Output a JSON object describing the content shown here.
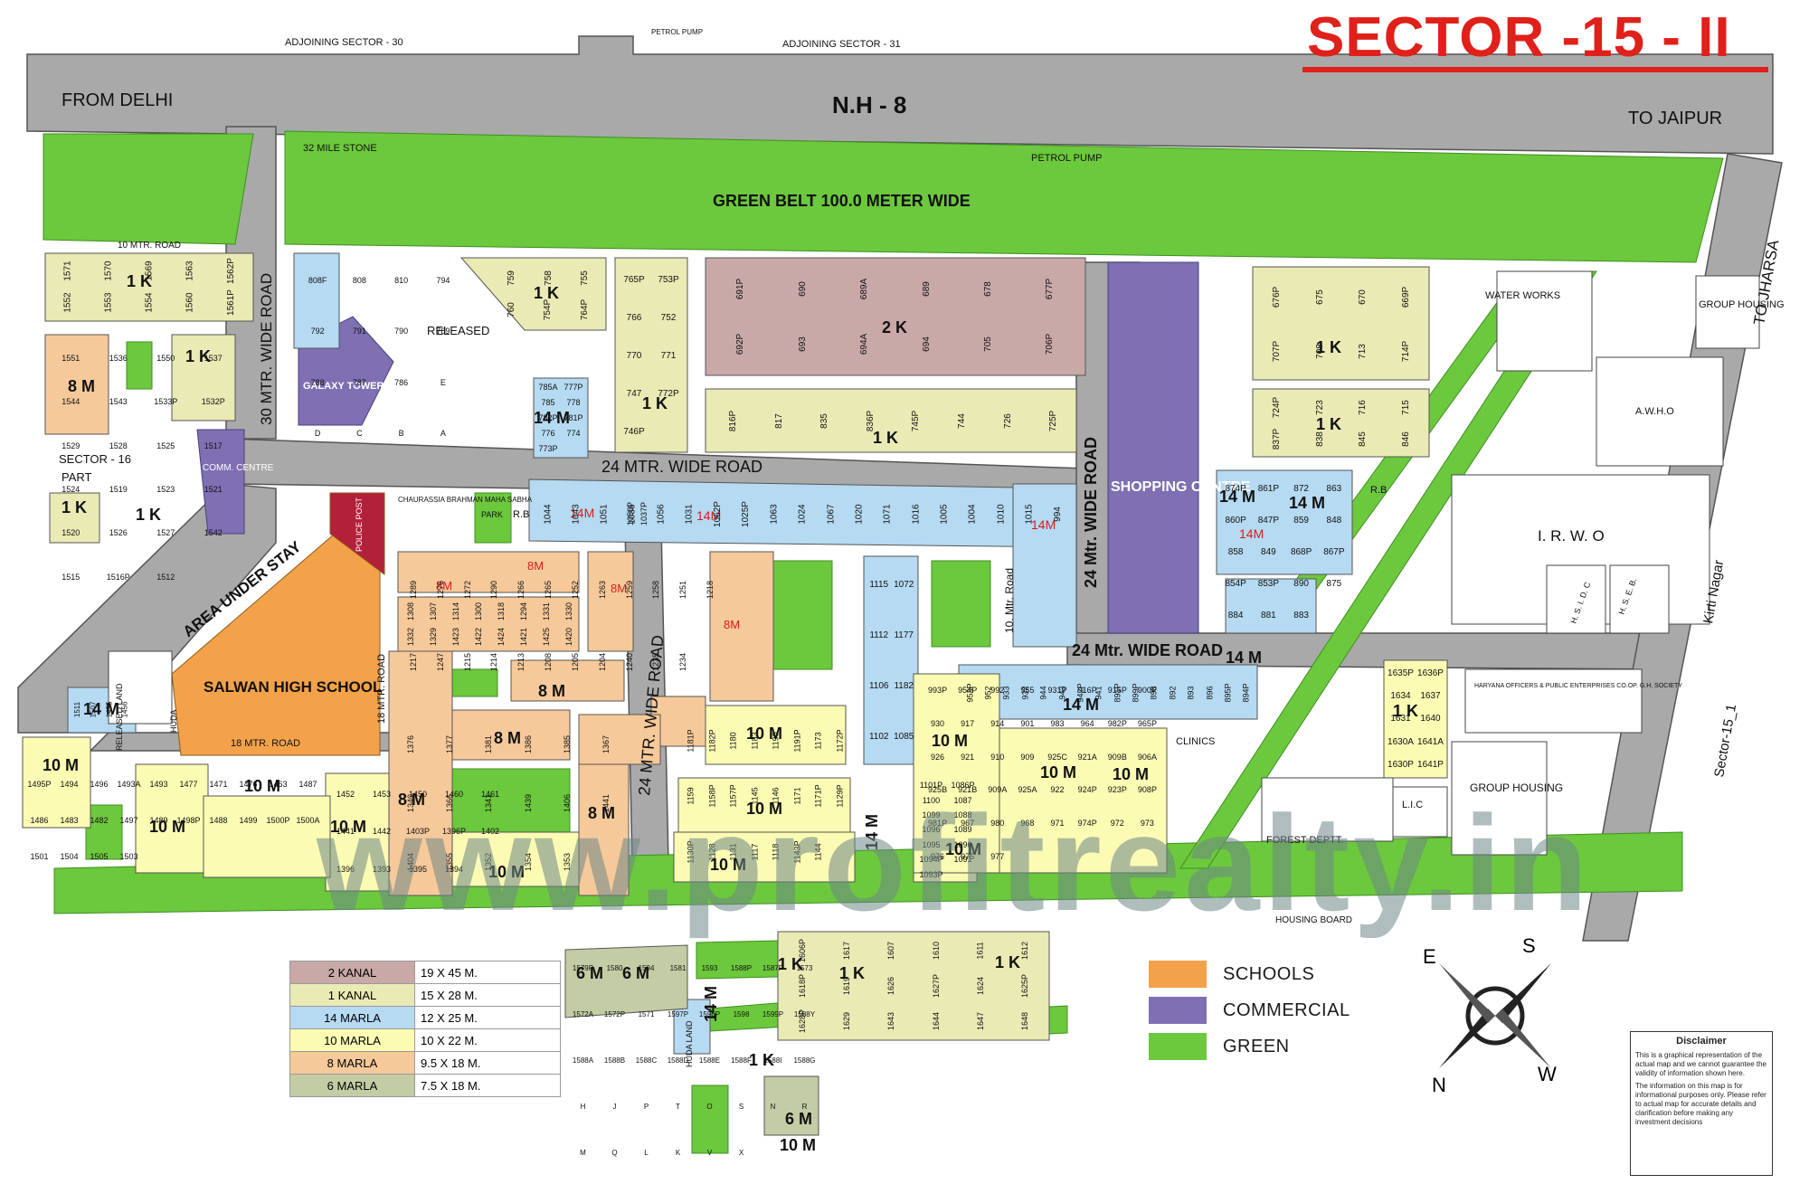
{
  "title": "SECTOR -15 - II",
  "colors": {
    "kanal2": "#c9a8a8",
    "kanal1": "#e9eab4",
    "marla14": "#b5daf2",
    "marla10": "#fbfbb4",
    "marla8": "#f6c99a",
    "marla6": "#c3cca4",
    "schools": "#f4a24a",
    "commercial": "#7f6fb3",
    "green": "#6cc83d",
    "road": "#a9a9a9"
  },
  "roads": {
    "nh8": "N.H - 8",
    "from_delhi": "FROM DELHI",
    "to_jaipur": "TO JAIPUR",
    "adj30": "ADJOINING SECTOR - 30",
    "adj31": "ADJOINING SECTOR - 31",
    "petrol_top": "PETROL PUMP",
    "r30": "30 MTR. WIDE ROAD",
    "r24a": "24 MTR. WIDE ROAD",
    "r24b": "24 MTR. WIDE ROAD",
    "r24c": "24 Mtr. WIDE ROAD",
    "r24d": "24 Mtr. WIDE ROAD",
    "r18a": "18 MTR. ROAD",
    "r18b": "18 MTR. ROAD",
    "to_jharsa": "TO JHARSA",
    "kirti": "Kirti Nagar",
    "sector15_1": "Sector-15_1",
    "r10": "10 MTR. ROAD",
    "r10m": "10. Mtr. Road"
  },
  "landmarks": {
    "green_belt": "GREEN BELT 100.0 METER WIDE",
    "milestone": "32 MILE STONE",
    "petrol": "PETROL PUMP",
    "released": "RELEASED",
    "galaxy": "GALAXY TOWERS",
    "shopping": "SHOPPING CENTRE",
    "school": "SALWAN HIGH SCHOOL",
    "area_under_stay": "AREA UNDER STAY",
    "police": "POLICE POST",
    "comm_centre": "COMM. CENTRE",
    "sector16": "SECTOR - 16",
    "part": "PART",
    "chaurassia": "CHAURASSIA BRAHMAN MAHA SABHA",
    "park": "PARK",
    "rb": "R.B",
    "water_works": "WATER WORKS",
    "group_housing": "GROUP HOUSING",
    "awho": "A.W.H.O",
    "irwo": "I. R. W. O",
    "hsidc": "H. S. I. D. C",
    "hseb": "H. S. E. B.",
    "haryana": "HARYANA OFFICERS & PUBLIC ENTERPRISES CO.OP. G.H. SOCIETY",
    "lic": "L.I.C",
    "clinics": "CLINICS",
    "forest": "FOREST DEPTT.",
    "housing_board": "HOUSING BOARD",
    "released_land": "RELEASED LAND",
    "huda": "HUDA",
    "huda_land": "HUDA LAND"
  },
  "block_labels": {
    "k2": "2 K",
    "k1": "1 K",
    "m14": "14 M",
    "m10": "10 M",
    "m8": "8 M",
    "m6": "6 M",
    "m14red": "14M",
    "m8red": "8M"
  },
  "plots": {
    "kanal2_top": [
      "691P",
      "690",
      "689A",
      "689",
      "678",
      "677P"
    ],
    "kanal2_bottom": [
      "692P",
      "693",
      "694A",
      "694",
      "705",
      "706P"
    ],
    "kanal1_row": [
      "816P",
      "817",
      "835",
      "836P",
      "745P",
      "744",
      "726",
      "725P"
    ],
    "kanal1_tl": [
      "1571",
      "1570",
      "1569",
      "1563",
      "1562P",
      "1552",
      "1553",
      "1554",
      "1560",
      "1561P"
    ],
    "kanal1_r1": [
      "676P",
      "675",
      "670",
      "669P",
      "707P",
      "708",
      "713",
      "714P"
    ],
    "kanal1_r2": [
      "724P",
      "723",
      "716",
      "715",
      "837P",
      "838",
      "845",
      "846"
    ],
    "kanal1_mid": [
      "765P",
      "753P",
      "766",
      "752",
      "770",
      "771",
      "747",
      "772P",
      "746P"
    ],
    "kanal1_759": [
      "759",
      "758",
      "755",
      "760",
      "754P",
      "764P"
    ],
    "m14_1": [
      "1044",
      "1043",
      "1051",
      "1036",
      "1056",
      "1031",
      "1062P",
      "1025P",
      "1063",
      "1024",
      "1067",
      "1020",
      "1071",
      "1016",
      "1005",
      "1004",
      "1010",
      "1015",
      "994"
    ],
    "m14_2": [
      "1050P",
      "1037P"
    ],
    "m14_3": [
      "874P",
      "861P",
      "872",
      "863",
      "860P",
      "847P",
      "859",
      "848",
      "858",
      "849",
      "868P",
      "867P",
      "854P",
      "853P",
      "890",
      "875",
      "884",
      "881",
      "883"
    ],
    "m14_4": [
      "1115",
      "1072",
      "1112",
      "1177",
      "1106",
      "1182",
      "1102",
      "1085"
    ],
    "m14_5": [
      "785A",
      "777P",
      "785",
      "778",
      "782P",
      "781P",
      "776",
      "774",
      "773P"
    ],
    "m14_6": [
      "953P",
      "952",
      "933",
      "932",
      "944",
      "943",
      "942P",
      "941",
      "891P",
      "899P",
      "898",
      "892",
      "893",
      "896",
      "895P",
      "894P"
    ],
    "m8_1": [
      "1289",
      "1276",
      "1272",
      "1290",
      "1266",
      "1265",
      "1252",
      "1263",
      "1259",
      "1258",
      "1251",
      "1218",
      "1217",
      "1247",
      "1215",
      "1214",
      "1213",
      "1208",
      "1205",
      "1204",
      "1240",
      "1235",
      "1234"
    ],
    "m8_2": [
      "1308",
      "1307",
      "1314",
      "1300",
      "1318",
      "1294",
      "1331",
      "1330",
      "1332",
      "1329",
      "1423",
      "1422",
      "1424",
      "1421",
      "1425",
      "1420"
    ],
    "m8_3": [
      "1376",
      "1377",
      "1381",
      "1386",
      "1385",
      "1367",
      "1340",
      "1366",
      "1341",
      "1439",
      "1406",
      "1441",
      "1404",
      "1355",
      "1352",
      "1354",
      "1353"
    ],
    "m10_1": [
      "1181P",
      "1182P",
      "1180",
      "1183",
      "1190",
      "1191P",
      "1173",
      "1172P",
      "1159",
      "1158P",
      "1157P",
      "1145",
      "1146",
      "1171",
      "1171P",
      "1129P",
      "1130P",
      "1128",
      "1131",
      "1117",
      "1118",
      "1143P",
      "1144"
    ],
    "m10_2": [
      "993P",
      "954P",
      "992",
      "955",
      "931P",
      "916P",
      "915P",
      "900P",
      "930",
      "917",
      "914",
      "901",
      "983",
      "964",
      "982P",
      "965P",
      "926",
      "921",
      "910",
      "909",
      "925C",
      "921A",
      "909B",
      "906A",
      "925B",
      "921B",
      "909A",
      "925A",
      "922",
      "924P",
      "923P",
      "908P",
      "981P",
      "967",
      "980",
      "968",
      "971",
      "974P",
      "972",
      "973",
      "976",
      "975",
      "977"
    ],
    "m10_3": [
      "1101P",
      "1086P",
      "1100",
      "1087",
      "1099",
      "1088",
      "1096",
      "1089",
      "1095",
      "1090",
      "1094P",
      "1091",
      "1093P"
    ],
    "m10_4": [
      "1452",
      "1453",
      "1450",
      "1460",
      "1461",
      "1441",
      "1442",
      "1403P",
      "1396P",
      "1402",
      "1396",
      "1393",
      "1395",
      "1394"
    ],
    "m10_5": [
      "1495P",
      "1494",
      "1496",
      "1493A",
      "1493",
      "1477",
      "1471",
      "1476",
      "1463",
      "1487",
      "1486",
      "1483",
      "1482",
      "1497",
      "1489",
      "1498P",
      "1488",
      "1499",
      "1500P",
      "1500A",
      "1501",
      "1504",
      "1505",
      "1503"
    ],
    "m10_6": [
      "1635P",
      "1636P",
      "1634",
      "1637",
      "1631",
      "1640",
      "1630A",
      "1641A",
      "1630P",
      "1641P"
    ],
    "k1_left": [
      "1551",
      "1536",
      "1550",
      "1537",
      "1544",
      "1543",
      "1533P",
      "1532P",
      "1529",
      "1528",
      "1525",
      "1517",
      "1524",
      "1519",
      "1523",
      "1521",
      "1520",
      "1526",
      "1527",
      "1542",
      "1515",
      "1516P",
      "1512"
    ],
    "k1_bottom": [
      "1606P",
      "1617",
      "1607",
      "1610",
      "1611",
      "1612",
      "1618P",
      "1619",
      "1626",
      "1627P",
      "1624",
      "1625P",
      "1628P",
      "1629",
      "1643",
      "1644",
      "1647",
      "1648"
    ],
    "m6_bottom": [
      "1579P",
      "1580",
      "1594",
      "1581",
      "1593",
      "1588P",
      "1587P",
      "1573",
      "1572A",
      "1572P",
      "1571",
      "1597P",
      "1596P",
      "1598",
      "1599P",
      "1588Y",
      "1588A",
      "1588B",
      "1588C",
      "1588D",
      "1588E",
      "1588F",
      "1588I",
      "1588G",
      "H",
      "J",
      "P",
      "T",
      "O",
      "S",
      "N",
      "R",
      "M",
      "Q",
      "L",
      "K",
      "V",
      "X"
    ],
    "m8_small": [
      "1511",
      "1507",
      "1455",
      "1456"
    ],
    "misc": [
      "808F",
      "808",
      "810",
      "794",
      "792",
      "791",
      "790",
      "789",
      "788",
      "787",
      "786",
      "E",
      "D",
      "C",
      "B",
      "A"
    ]
  },
  "legend": [
    {
      "label": "2 KANAL",
      "size": "19 X 45 M.",
      "color": "#c9a8a8"
    },
    {
      "label": "1 KANAL",
      "size": "15 X 28 M.",
      "color": "#e9eab4"
    },
    {
      "label": "14 MARLA",
      "size": "12 X 25 M.",
      "color": "#b5daf2"
    },
    {
      "label": "10 MARLA",
      "size": "10 X 22 M.",
      "color": "#fbfbb4"
    },
    {
      "label": "8 MARLA",
      "size": "9.5 X 18 M.",
      "color": "#f6c99a"
    },
    {
      "label": "6 MARLA",
      "size": "7.5 X 18 M.",
      "color": "#c3cca4"
    }
  ],
  "categories": [
    {
      "label": "SCHOOLS",
      "color": "#f4a24a"
    },
    {
      "label": "COMMERCIAL",
      "color": "#7f6fb3"
    },
    {
      "label": "GREEN",
      "color": "#6cc83d"
    }
  ],
  "compass": {
    "e": "E",
    "s": "S",
    "n": "N",
    "w": "W"
  },
  "disclaimer": {
    "heading": "Disclaimer",
    "p1": "This is a graphical representation of the actual map and we cannot guarantee the validity of information shown here.",
    "p2": "The information on this map is for informational purposes only. Please refer to actual map for accurate details and clarification before making any investment decisions"
  },
  "watermark": "www.profitrealty.in"
}
